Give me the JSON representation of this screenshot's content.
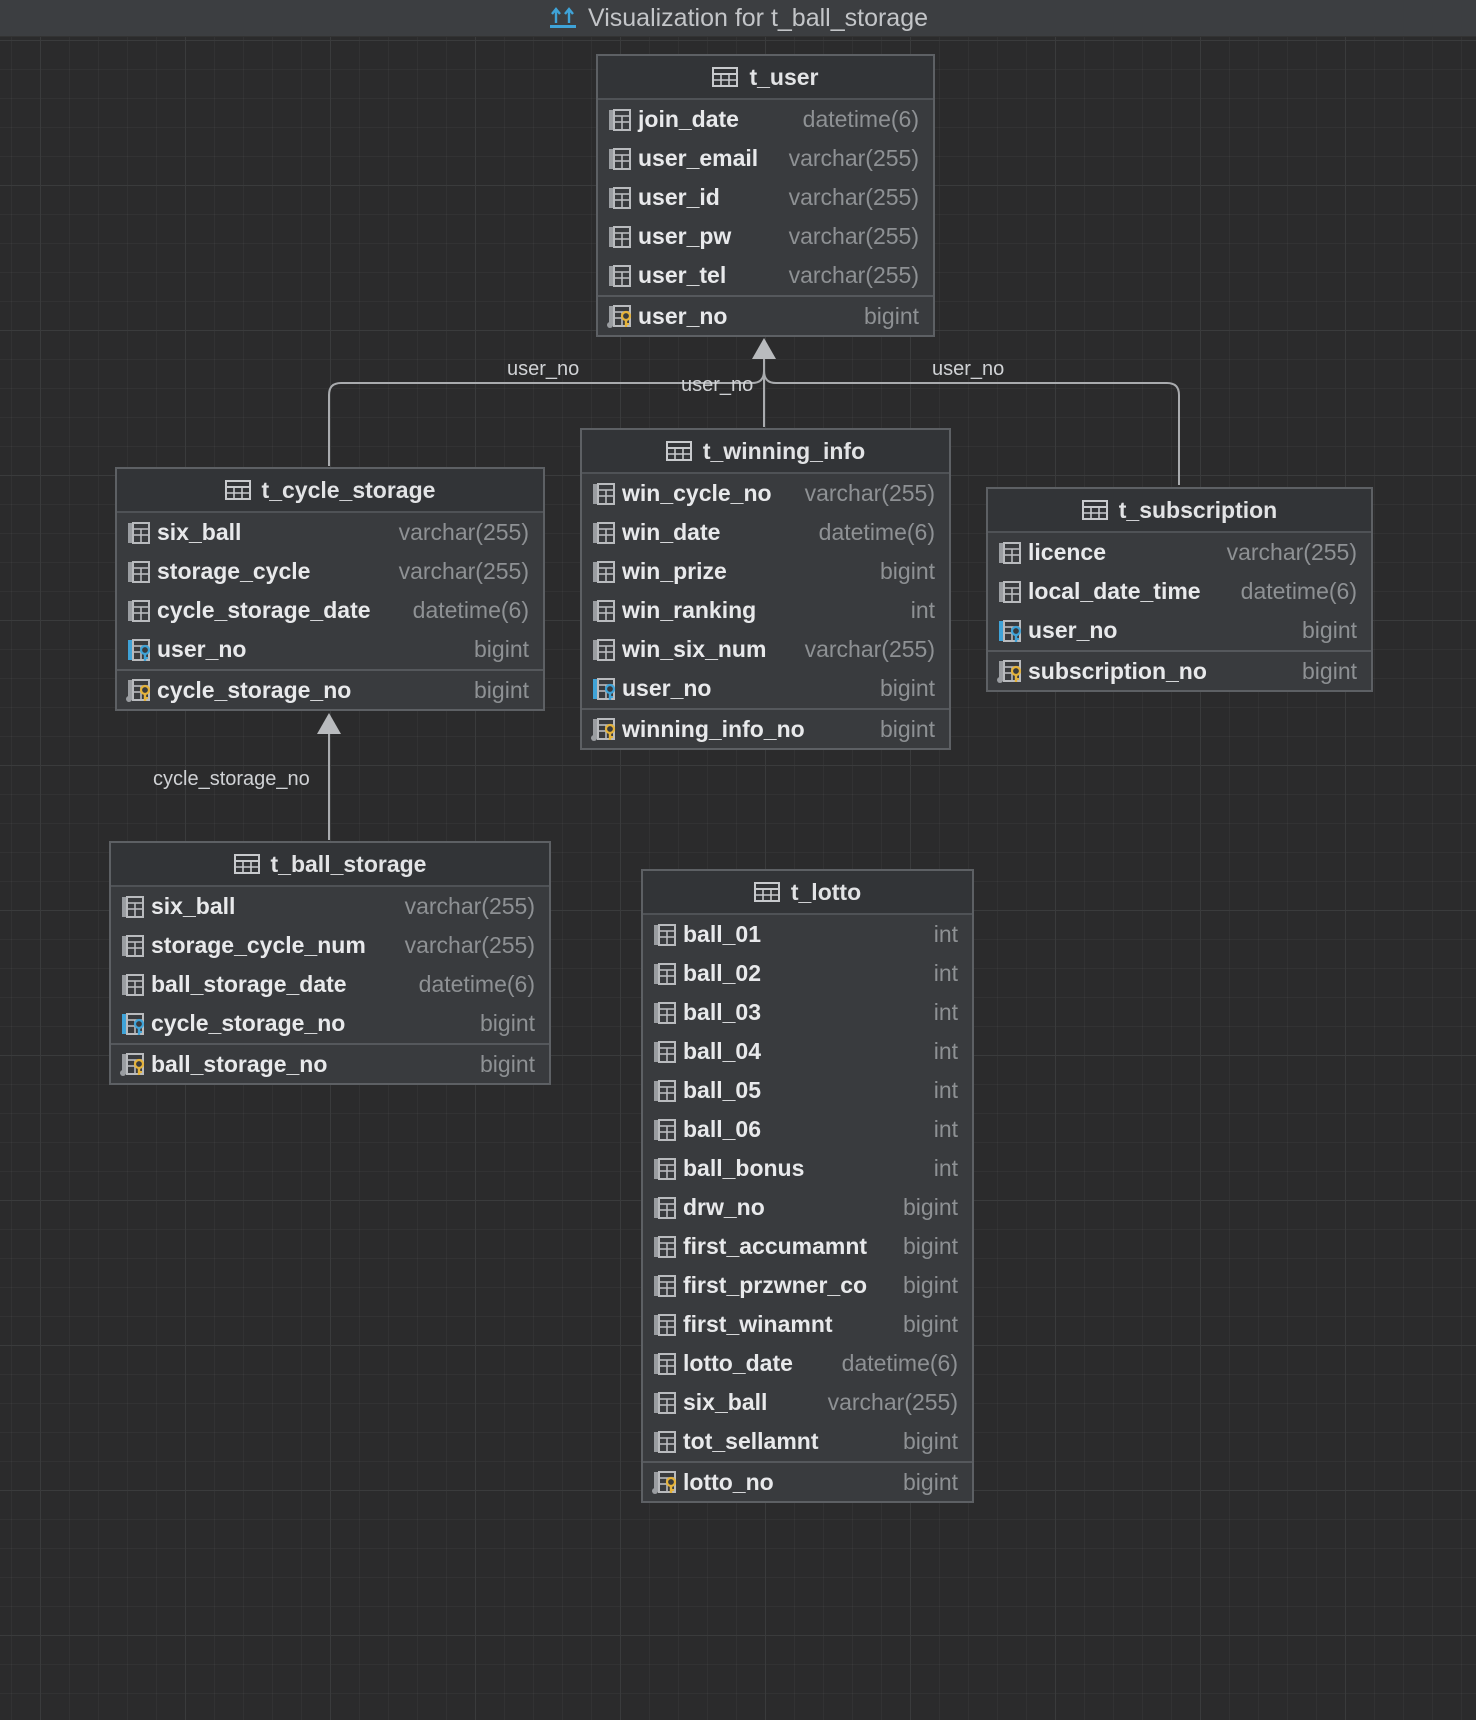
{
  "window": {
    "title": "Visualization for t_ball_storage"
  },
  "icons": {
    "title": "diagram-icon",
    "table": "table-icon",
    "column": "column-icon",
    "foreign_key": "foreign-key-column-icon",
    "primary_key": "primary-key-column-icon"
  },
  "colors": {
    "fk_blue": "#3fa3d8",
    "pk_gold": "#e5b33b"
  },
  "tables": {
    "t_user": {
      "name": "t_user",
      "columns": [
        {
          "name": "join_date",
          "type": "datetime(6)"
        },
        {
          "name": "user_email",
          "type": "varchar(255)"
        },
        {
          "name": "user_id",
          "type": "varchar(255)"
        },
        {
          "name": "user_pw",
          "type": "varchar(255)"
        },
        {
          "name": "user_tel",
          "type": "varchar(255)"
        }
      ],
      "pk": {
        "name": "user_no",
        "type": "bigint"
      }
    },
    "t_cycle_storage": {
      "name": "t_cycle_storage",
      "columns": [
        {
          "name": "six_ball",
          "type": "varchar(255)"
        },
        {
          "name": "storage_cycle",
          "type": "varchar(255)"
        },
        {
          "name": "cycle_storage_date",
          "type": "datetime(6)"
        },
        {
          "name": "user_no",
          "type": "bigint"
        }
      ],
      "pk": {
        "name": "cycle_storage_no",
        "type": "bigint"
      }
    },
    "t_winning_info": {
      "name": "t_winning_info",
      "columns": [
        {
          "name": "win_cycle_no",
          "type": "varchar(255)"
        },
        {
          "name": "win_date",
          "type": "datetime(6)"
        },
        {
          "name": "win_prize",
          "type": "bigint"
        },
        {
          "name": "win_ranking",
          "type": "int"
        },
        {
          "name": "win_six_num",
          "type": "varchar(255)"
        },
        {
          "name": "user_no",
          "type": "bigint"
        }
      ],
      "pk": {
        "name": "winning_info_no",
        "type": "bigint"
      }
    },
    "t_subscription": {
      "name": "t_subscription",
      "columns": [
        {
          "name": "licence",
          "type": "varchar(255)"
        },
        {
          "name": "local_date_time",
          "type": "datetime(6)"
        },
        {
          "name": "user_no",
          "type": "bigint"
        }
      ],
      "pk": {
        "name": "subscription_no",
        "type": "bigint"
      }
    },
    "t_ball_storage": {
      "name": "t_ball_storage",
      "columns": [
        {
          "name": "six_ball",
          "type": "varchar(255)"
        },
        {
          "name": "storage_cycle_num",
          "type": "varchar(255)"
        },
        {
          "name": "ball_storage_date",
          "type": "datetime(6)"
        },
        {
          "name": "cycle_storage_no",
          "type": "bigint"
        }
      ],
      "pk": {
        "name": "ball_storage_no",
        "type": "bigint"
      }
    },
    "t_lotto": {
      "name": "t_lotto",
      "columns": [
        {
          "name": "ball_01",
          "type": "int"
        },
        {
          "name": "ball_02",
          "type": "int"
        },
        {
          "name": "ball_03",
          "type": "int"
        },
        {
          "name": "ball_04",
          "type": "int"
        },
        {
          "name": "ball_05",
          "type": "int"
        },
        {
          "name": "ball_06",
          "type": "int"
        },
        {
          "name": "ball_bonus",
          "type": "int"
        },
        {
          "name": "drw_no",
          "type": "bigint"
        },
        {
          "name": "first_accumamnt",
          "type": "bigint"
        },
        {
          "name": "first_przwner_co",
          "type": "bigint"
        },
        {
          "name": "first_winamnt",
          "type": "bigint"
        },
        {
          "name": "lotto_date",
          "type": "datetime(6)"
        },
        {
          "name": "six_ball",
          "type": "varchar(255)"
        },
        {
          "name": "tot_sellamnt",
          "type": "bigint"
        }
      ],
      "pk": {
        "name": "lotto_no",
        "type": "bigint"
      }
    }
  },
  "relations": {
    "cycle_to_user": "user_no",
    "winning_to_user": "user_no",
    "subscription_to_user": "user_no",
    "ball_to_cycle": "cycle_storage_no"
  }
}
